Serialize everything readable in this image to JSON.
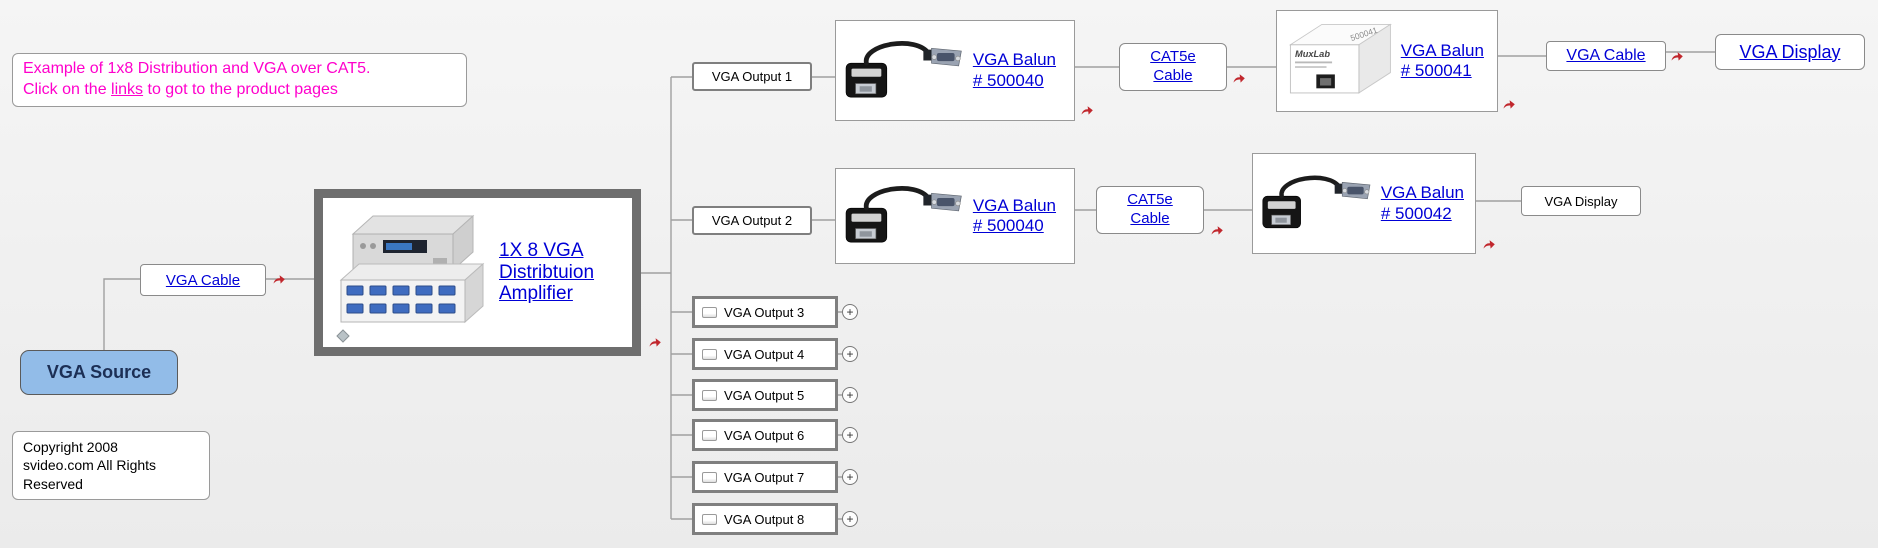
{
  "colors": {
    "note_text": "#ff00cc",
    "link_blue": "#0000d6",
    "hyperlink_icon_red": "#c1272d",
    "source_fill": "#92bce8",
    "box_border_gray": "#7f7f7f"
  },
  "note": {
    "line1": "Example of 1x8 Distribution and VGA over CAT5.",
    "line2_prefix": "Click on the ",
    "line2_link": "links",
    "line2_suffix": " to got to the product pages"
  },
  "source": {
    "label": "VGA Source"
  },
  "copyright": {
    "line1": "Copyright 2008",
    "line2": "svideo.com All Rights",
    "line3": "Reserved"
  },
  "left_chain": {
    "vga_cable_label": "VGA Cable"
  },
  "amplifier": {
    "link_label": "1X 8 VGA Distribtuion Amplifier"
  },
  "row1": {
    "output_label": "VGA Output 1",
    "balun1_link": "VGA Balun # 500040",
    "cat5e_link": "CAT5e Cable",
    "balun2_link": "VGA Balun # 500041",
    "vga_cable_link": "VGA Cable",
    "display_label": "VGA Display"
  },
  "row2": {
    "output_label": "VGA Output 2",
    "balun1_link": "VGA Balun # 500040",
    "cat5e_link": "CAT5e Cable",
    "balun2_link": "VGA Balun # 500042",
    "display_label": "VGA Display"
  },
  "collapsed": {
    "items": [
      "VGA Output 3",
      "VGA Output 4",
      "VGA Output 5",
      "VGA Output 6",
      "VGA Output 7",
      "VGA Output 8"
    ],
    "expand_symbol": "+"
  },
  "images": {
    "muxlab_brand": "MuxLab",
    "model_number": "500041"
  }
}
